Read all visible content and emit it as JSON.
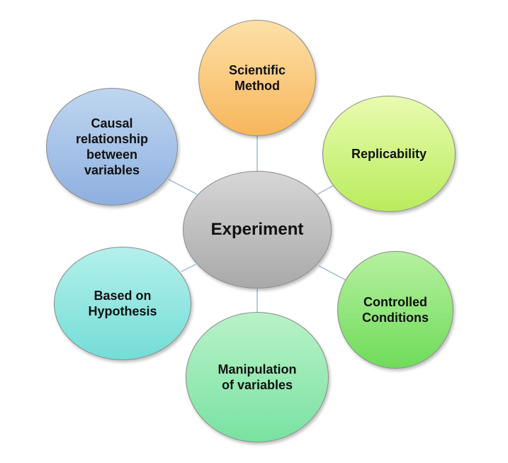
{
  "center": {
    "label": "Experiment",
    "color_top": "#d6d6d6",
    "color_bottom": "#a9a9a9"
  },
  "nodes": [
    {
      "id": "scientific-method",
      "label": "Scientific\nMethod",
      "color_top": "#fde0a8",
      "color_bottom": "#f7b65a"
    },
    {
      "id": "replicability",
      "label": "Replicability",
      "color_top": "#e9fbb0",
      "color_bottom": "#b9ec5c"
    },
    {
      "id": "controlled-conditions",
      "label": "Controlled\nConditions",
      "color_top": "#b6f0a0",
      "color_bottom": "#6fdc5a"
    },
    {
      "id": "manipulation-of-variables",
      "label": "Manipulation\nof variables",
      "color_top": "#b9f2c8",
      "color_bottom": "#79e2a1"
    },
    {
      "id": "based-on-hypothesis",
      "label": "Based on\nHypothesis",
      "color_top": "#b4f0ec",
      "color_bottom": "#74ddd6"
    },
    {
      "id": "causal-relationship",
      "label": "Causal\nrelationship\nbetween\nvariables",
      "color_top": "#bfd6f0",
      "color_bottom": "#8eb0e0"
    }
  ],
  "connector_color": "#9fbcd4"
}
